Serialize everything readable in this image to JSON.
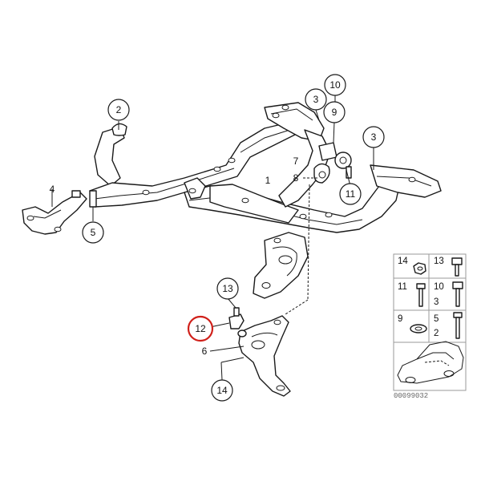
{
  "diagram": {
    "callouts": {
      "c1": "1",
      "c2": "2",
      "c3a": "3",
      "c3b": "3",
      "c4": "4",
      "c5": "5",
      "c6": "6",
      "c7": "7",
      "c8": "8",
      "c9": "9",
      "c10": "10",
      "c11": "11",
      "c12": "12",
      "c13": "13",
      "c14": "14"
    },
    "highlighted_callout": "12",
    "highlight_color": "#d0201a"
  },
  "legend": {
    "items": [
      {
        "number": "14",
        "part": "nut"
      },
      {
        "number": "13",
        "part": "bolt"
      },
      {
        "number": "11",
        "part": "bolt"
      },
      {
        "number": "10",
        "part": "bolt"
      },
      {
        "number": "3",
        "part": "bolt"
      },
      {
        "number": "9",
        "part": "washer"
      },
      {
        "number": "5",
        "part": "bolt"
      },
      {
        "number": "2",
        "part": "bolt"
      }
    ],
    "vehicle": "car-icon"
  },
  "drawing_code": "00099032"
}
